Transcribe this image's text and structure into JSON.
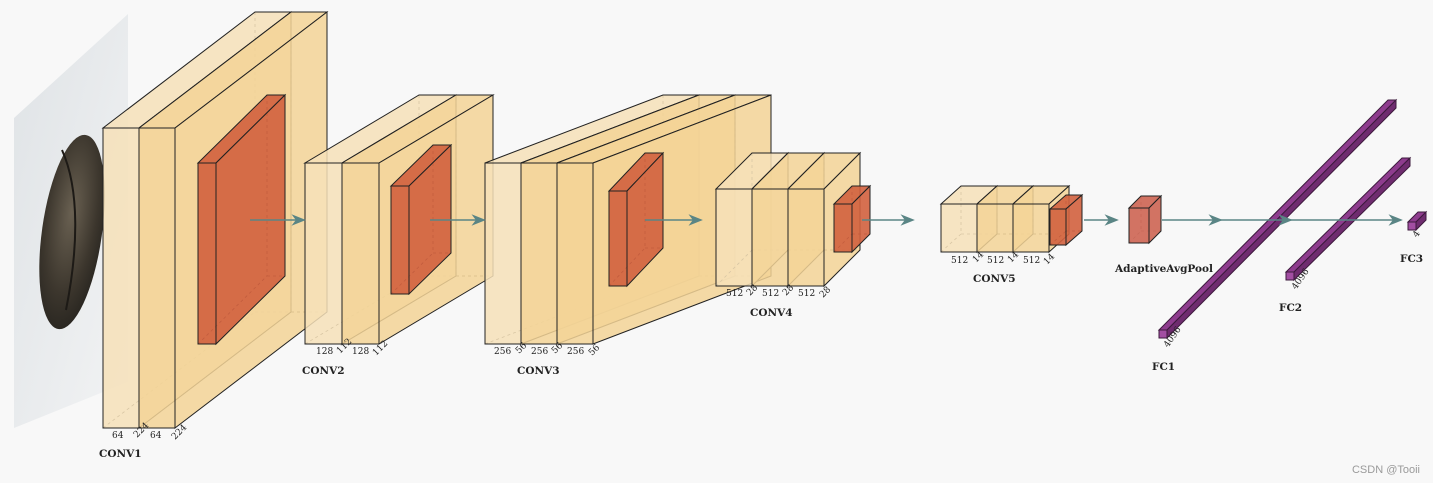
{
  "layers": [
    {
      "id": "conv1",
      "title": "CONV1",
      "dims": [
        "64",
        "224",
        "64",
        "224"
      ]
    },
    {
      "id": "conv2",
      "title": "CONV2",
      "dims": [
        "128",
        "112",
        "128",
        "112"
      ]
    },
    {
      "id": "conv3",
      "title": "CONV3",
      "dims": [
        "256",
        "56",
        "256",
        "56",
        "256",
        "56"
      ]
    },
    {
      "id": "conv4",
      "title": "CONV4",
      "dims": [
        "512",
        "28",
        "512",
        "28",
        "512",
        "28"
      ]
    },
    {
      "id": "conv5",
      "title": "CONV5",
      "dims": [
        "512",
        "14",
        "512",
        "14",
        "512",
        "14"
      ]
    },
    {
      "id": "pool",
      "title": "AdaptiveAvgPool",
      "dims": []
    },
    {
      "id": "fc1",
      "title": "FC1",
      "dims": [
        "4096"
      ]
    },
    {
      "id": "fc2",
      "title": "FC2",
      "dims": [
        "4096"
      ]
    },
    {
      "id": "fc3",
      "title": "FC3",
      "dims": [
        "4"
      ]
    }
  ],
  "watermark": "CSDN @Tooii",
  "colors": {
    "conv_front": "#f6e1b8",
    "conv_inner": "#f3d497",
    "pool_red": "#d2603e",
    "fc_purple": "#8e3c8e",
    "arrow": "#5a8585"
  }
}
